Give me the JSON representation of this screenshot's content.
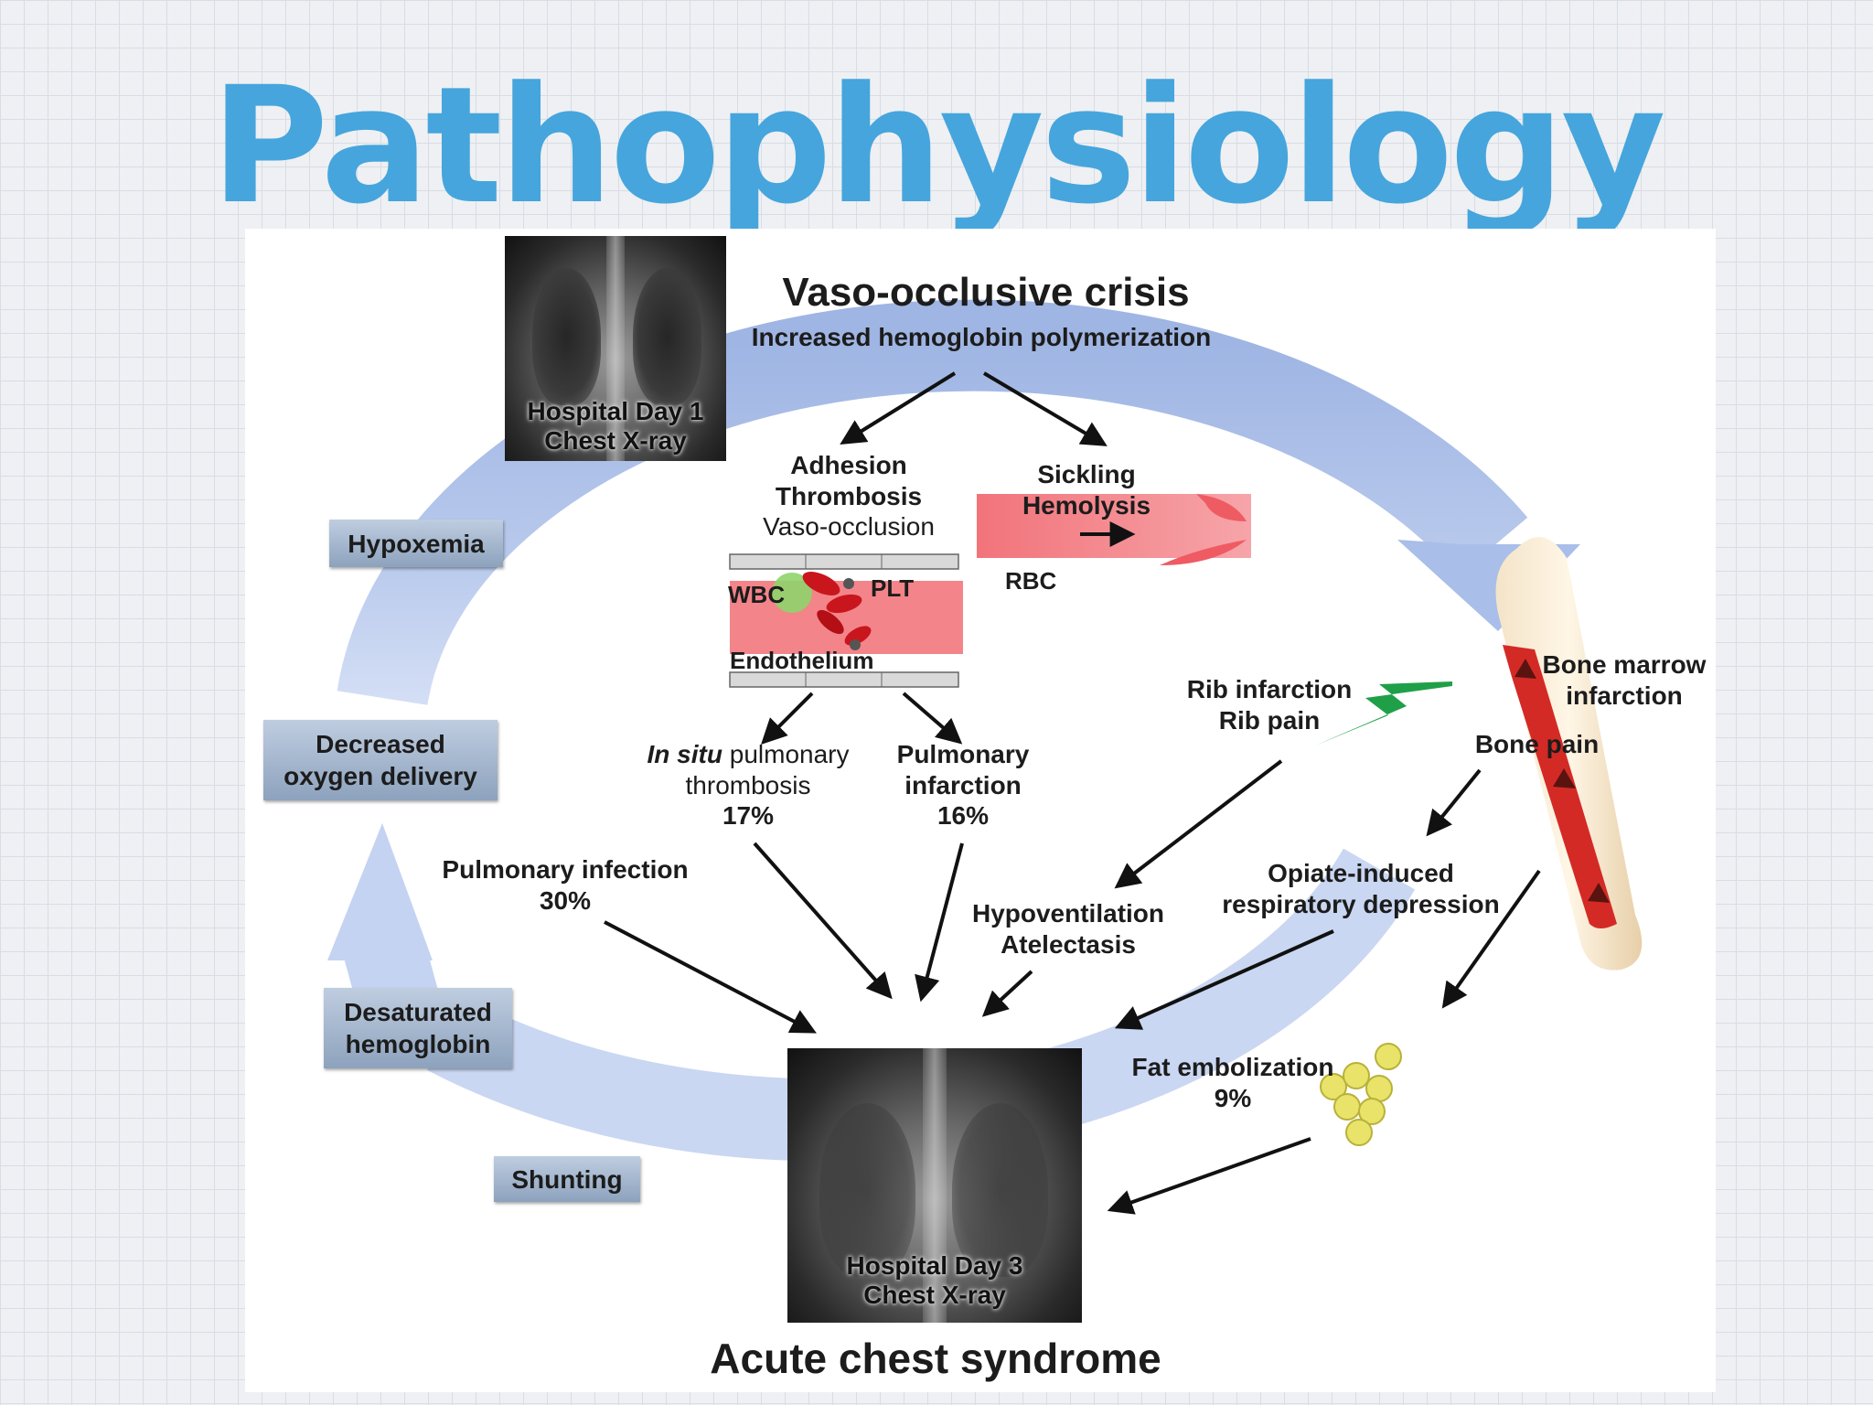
{
  "slide_title": "Pathophysiology",
  "top": {
    "heading": "Vaso-occlusive crisis",
    "subheading": "Increased hemoglobin polymerization"
  },
  "xray_day1": {
    "line1": "Hospital Day 1",
    "line2": "Chest X-ray"
  },
  "xray_day3": {
    "line1": "Hospital Day 3",
    "line2": "Chest X-ray"
  },
  "adhesion": {
    "line1": "Adhesion",
    "line2": "Thrombosis",
    "line3": "Vaso-occlusion"
  },
  "sickling": {
    "line1": "Sickling",
    "line2": "Hemolysis"
  },
  "vessel_labels": {
    "wbc": "WBC",
    "plt": "PLT",
    "rbc": "RBC",
    "endothelium": "Endothelium"
  },
  "insitu": {
    "italic": "In situ",
    "rest": " pulmonary",
    "line2": "thrombosis",
    "pct": "17%"
  },
  "pulm_infarction": {
    "line1": "Pulmonary",
    "line2": "infarction",
    "pct": "16%"
  },
  "rib": {
    "line1": "Rib infarction",
    "line2": "Rib pain"
  },
  "bone_marrow": {
    "line1": "Bone marrow",
    "line2": "infarction"
  },
  "bone_pain": "Bone pain",
  "hypoventilation": {
    "line1": "Hypoventilation",
    "line2": "Atelectasis"
  },
  "opiate": {
    "line1": "Opiate-induced",
    "line2": "respiratory depression"
  },
  "pulm_infection": {
    "line1": "Pulmonary infection",
    "pct": "30%"
  },
  "fat_emb": {
    "line1": "Fat embolization",
    "pct": "9%"
  },
  "cycle_boxes": {
    "hypoxemia": "Hypoxemia",
    "decreased_line1": "Decreased",
    "decreased_line2": "oxygen delivery",
    "desat_line1": "Desaturated",
    "desat_line2": "hemoglobin",
    "shunting": "Shunting"
  },
  "bottom_title": "Acute chest syndrome",
  "colors": {
    "title": "#46a5dc",
    "cycle_arrow": "#a8bde6",
    "vessel": "#ef5b63",
    "lightning": "#1fa048",
    "bone_marrow": "#d42a25"
  }
}
